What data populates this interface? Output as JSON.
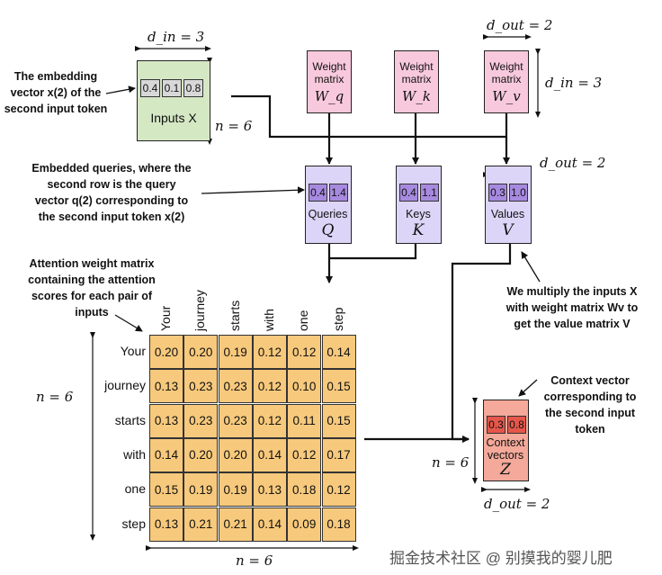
{
  "inputs": {
    "dim_top": "d_in = 3",
    "row_values": [
      "0.4",
      "0.1",
      "0.8"
    ],
    "label": "Inputs X",
    "dim_side": "n = 6"
  },
  "weights": [
    {
      "title": "Weight matrix",
      "symbol": "W_q"
    },
    {
      "title": "Weight matrix",
      "symbol": "W_k"
    },
    {
      "title": "Weight matrix",
      "symbol": "W_v"
    }
  ],
  "weight_dims": {
    "top": "d_out = 2",
    "side": "d_in = 3"
  },
  "qkv": [
    {
      "label": "Queries",
      "symbol": "Q",
      "values": [
        "0.4",
        "1.4"
      ]
    },
    {
      "label": "Keys",
      "symbol": "K",
      "values": [
        "0.4",
        "1.1"
      ]
    },
    {
      "label": "Values",
      "symbol": "V",
      "values": [
        "0.3",
        "1.0"
      ]
    }
  ],
  "values_dim": "d_out = 2",
  "attention": {
    "tokens": [
      "Your",
      "journey",
      "starts",
      "with",
      "one",
      "step"
    ],
    "scores": [
      [
        "0.20",
        "0.20",
        "0.19",
        "0.12",
        "0.12",
        "0.14"
      ],
      [
        "0.13",
        "0.23",
        "0.23",
        "0.12",
        "0.10",
        "0.15"
      ],
      [
        "0.13",
        "0.23",
        "0.23",
        "0.12",
        "0.11",
        "0.15"
      ],
      [
        "0.14",
        "0.20",
        "0.20",
        "0.14",
        "0.12",
        "0.17"
      ],
      [
        "0.15",
        "0.19",
        "0.19",
        "0.13",
        "0.18",
        "0.12"
      ],
      [
        "0.13",
        "0.21",
        "0.21",
        "0.14",
        "0.09",
        "0.18"
      ]
    ],
    "dim_side": "n = 6",
    "dim_bottom": "n = 6"
  },
  "context": {
    "values": [
      "0.3",
      "0.8"
    ],
    "label_line1": "Context",
    "label_line2": "vectors",
    "symbol": "Z",
    "dim_side": "n = 6",
    "dim_bottom": "d_out = 2"
  },
  "annotations": {
    "embedding": [
      "The embedding",
      "vector x(2) of the",
      "second input token"
    ],
    "queries": [
      "Embedded queries, where the",
      "second row is the query",
      "vector q(2) corresponding to",
      "the second input token x(2)"
    ],
    "attention": [
      "Attention weight matrix",
      "containing the attention",
      "scores for each pair of",
      "inputs"
    ],
    "values": [
      "We multiply the inputs X",
      "with weight matrix Wv to",
      "get the value matrix V"
    ],
    "context": [
      "Context vector",
      "corresponding to",
      "the second input",
      "token"
    ]
  },
  "colors": {
    "inputs_fill": "#d5e8c4",
    "weight_fill": "#f8c9dc",
    "qkv_fill": "#ddd5f7",
    "qkv_cell": "#a78ae0",
    "grid_fill": "#f7c97c",
    "context_fill": "#f4a99a",
    "context_cell": "#e4574a",
    "inputs_cell": "#d8d8d8"
  },
  "watermark": "掘金技术社区 @ 别摸我的婴儿肥"
}
